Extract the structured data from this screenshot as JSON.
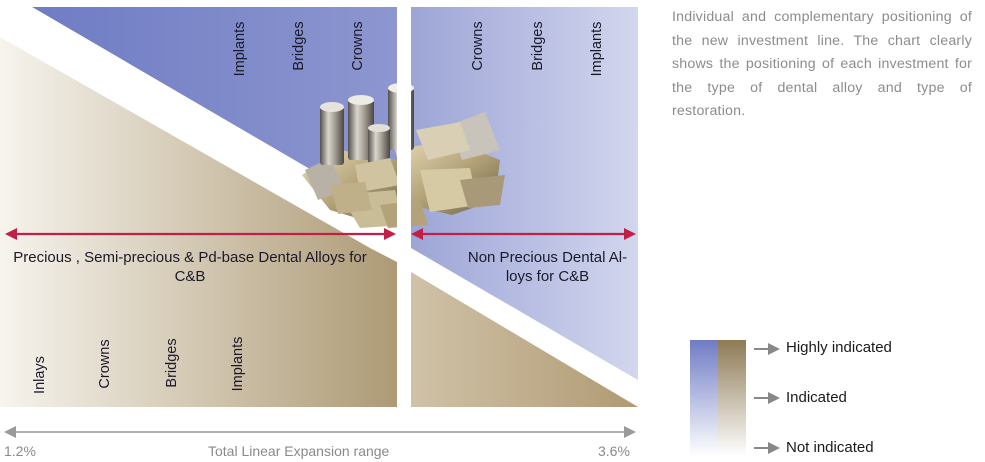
{
  "description": "Individual and complementary positioning of the new investment line. The chart clearly shows the positioning of each investment for the type of dental alloy and type of restoration.",
  "precious_panel": {
    "upper_labels": [
      "Implants",
      "Bridges",
      "Crowns"
    ],
    "lower_labels": [
      "Inlays",
      "Crowns",
      "Bridges",
      "Implants"
    ],
    "alloy_label": "Precious , Semi-precious & Pd-base Dental Alloys for C&B"
  },
  "nonprecious_panel": {
    "upper_labels": [
      "Crowns",
      "Bridges",
      "Implants"
    ],
    "alloy_label": "Non Precious Dental Al- loys for C&B"
  },
  "axis": {
    "label": "Total Linear Expansion range",
    "min_label": "1.2%",
    "max_label": "3.6%"
  },
  "legend": {
    "items": [
      "Highly indicated",
      "Indicated",
      "Not indicated"
    ]
  },
  "colors": {
    "blue": "#7b86c7",
    "beige": "#b39f7d",
    "arrow_red": "#c21f48",
    "axis_grey": "#9a9a9a"
  },
  "image": "metal-alloy-ingots"
}
